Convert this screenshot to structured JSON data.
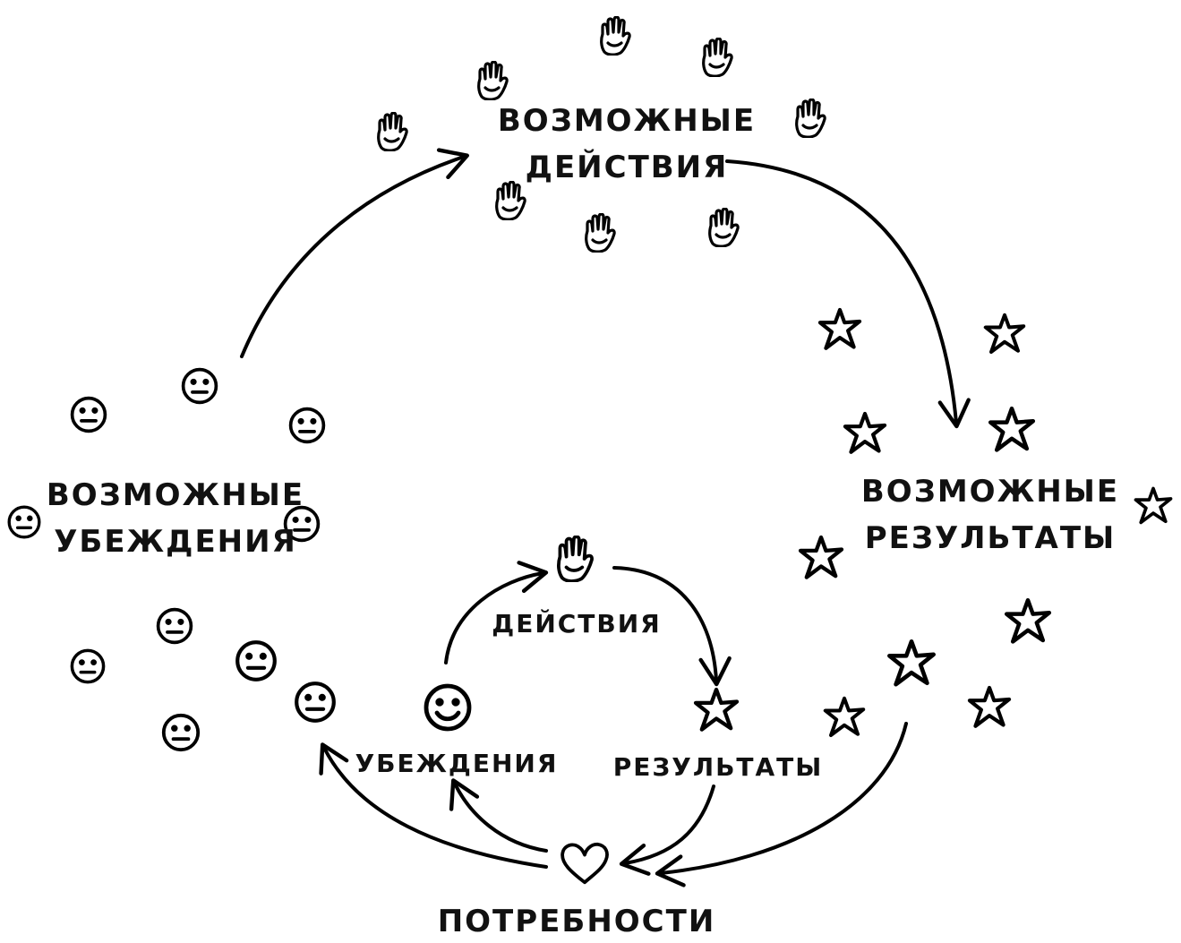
{
  "labels": {
    "possible_actions": [
      "ВОЗМОЖНЫЕ",
      "ДЕЙСТВИЯ"
    ],
    "possible_beliefs": [
      "ВОЗМОЖНЫЕ",
      "УБЕЖДЕНИЯ"
    ],
    "possible_results": [
      "ВОЗМОЖНЫЕ",
      "РЕЗУЛЬТАТЫ"
    ],
    "actions": "ДЕЙСТВИЯ",
    "beliefs": "УБЕЖДЕНИЯ",
    "results": "РЕЗУЛЬТАТЫ",
    "needs": "ПОТРЕБНОСТИ"
  },
  "icons": {
    "hand": "hand-icon",
    "face": "face-icon",
    "star": "star-icon",
    "heart": "heart-icon"
  },
  "colors": {
    "ink": "#000000",
    "background": "#ffffff"
  }
}
